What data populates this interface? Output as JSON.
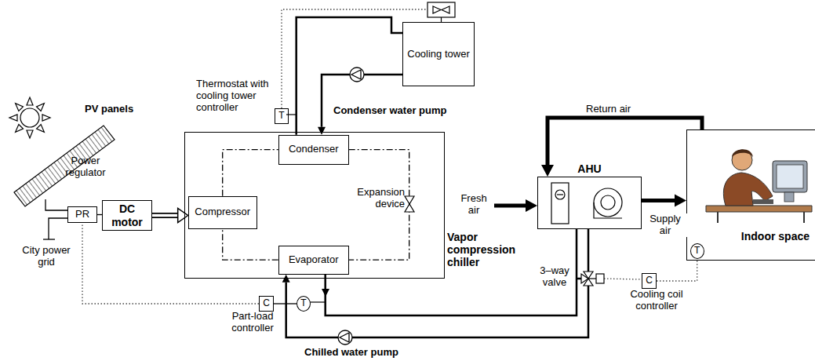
{
  "diagram": {
    "nodes": [
      {
        "text": [
          "Cooling tower"
        ]
      },
      {
        "text": [
          "T"
        ]
      },
      {
        "text": [
          "Vapor compression chiller"
        ]
      },
      {
        "text": [
          "Condenser"
        ],
        "in": 2
      },
      {
        "text": [
          "Compressor"
        ],
        "in": 2
      },
      {
        "text": [
          "Evaporator"
        ],
        "in": 2
      },
      {
        "text": [
          "PR"
        ]
      },
      {
        "text": [
          "DC motor"
        ]
      },
      {
        "text": [
          "AHU"
        ]
      },
      {
        "text": [
          "Indoor space"
        ]
      },
      {
        "text": [
          "T"
        ],
        "in": 9
      },
      {
        "text": [
          "C"
        ]
      },
      {
        "text": [
          "C"
        ]
      },
      {
        "text": [
          "T"
        ]
      }
    ],
    "edges": [
      {
        "from": 6,
        "to": 7,
        "arrow": "none"
      },
      {
        "from": 7,
        "to": 4,
        "arrow": "to"
      },
      {
        "from": 3,
        "to": 0,
        "arrow": "none"
      },
      {
        "from": 0,
        "to": 3,
        "arrow": "to"
      },
      {
        "from": 4,
        "to": 3,
        "arrow": "none"
      },
      {
        "from": 3,
        "to": 5,
        "arrow": "none"
      },
      {
        "from": 5,
        "to": 4,
        "arrow": "none"
      },
      {
        "from": 5,
        "to": 8,
        "arrow": "none"
      },
      {
        "from": 8,
        "to": 5,
        "arrow": "to"
      },
      {
        "from": 9,
        "to": 8,
        "arrow": "to",
        "label": "Return air"
      },
      {
        "from": 8,
        "to": 9,
        "arrow": "to",
        "label": "Supply air"
      },
      {
        "from": 1,
        "to": 0,
        "arrow": "none"
      },
      {
        "from": 12,
        "to": 6,
        "arrow": "none"
      },
      {
        "from": 12,
        "to": 13,
        "arrow": "none"
      },
      {
        "from": 11,
        "to": 10,
        "arrow": "none"
      }
    ],
    "labels": [
      "PV panels",
      "Power regulator",
      "City power grid",
      "Thermostat with cooling tower controller",
      "Condenser water pump",
      "Expansion device",
      "Fresh air",
      "3–way valve",
      "Cooling coil controller",
      "Part-load controller",
      "Chilled water pump"
    ]
  }
}
